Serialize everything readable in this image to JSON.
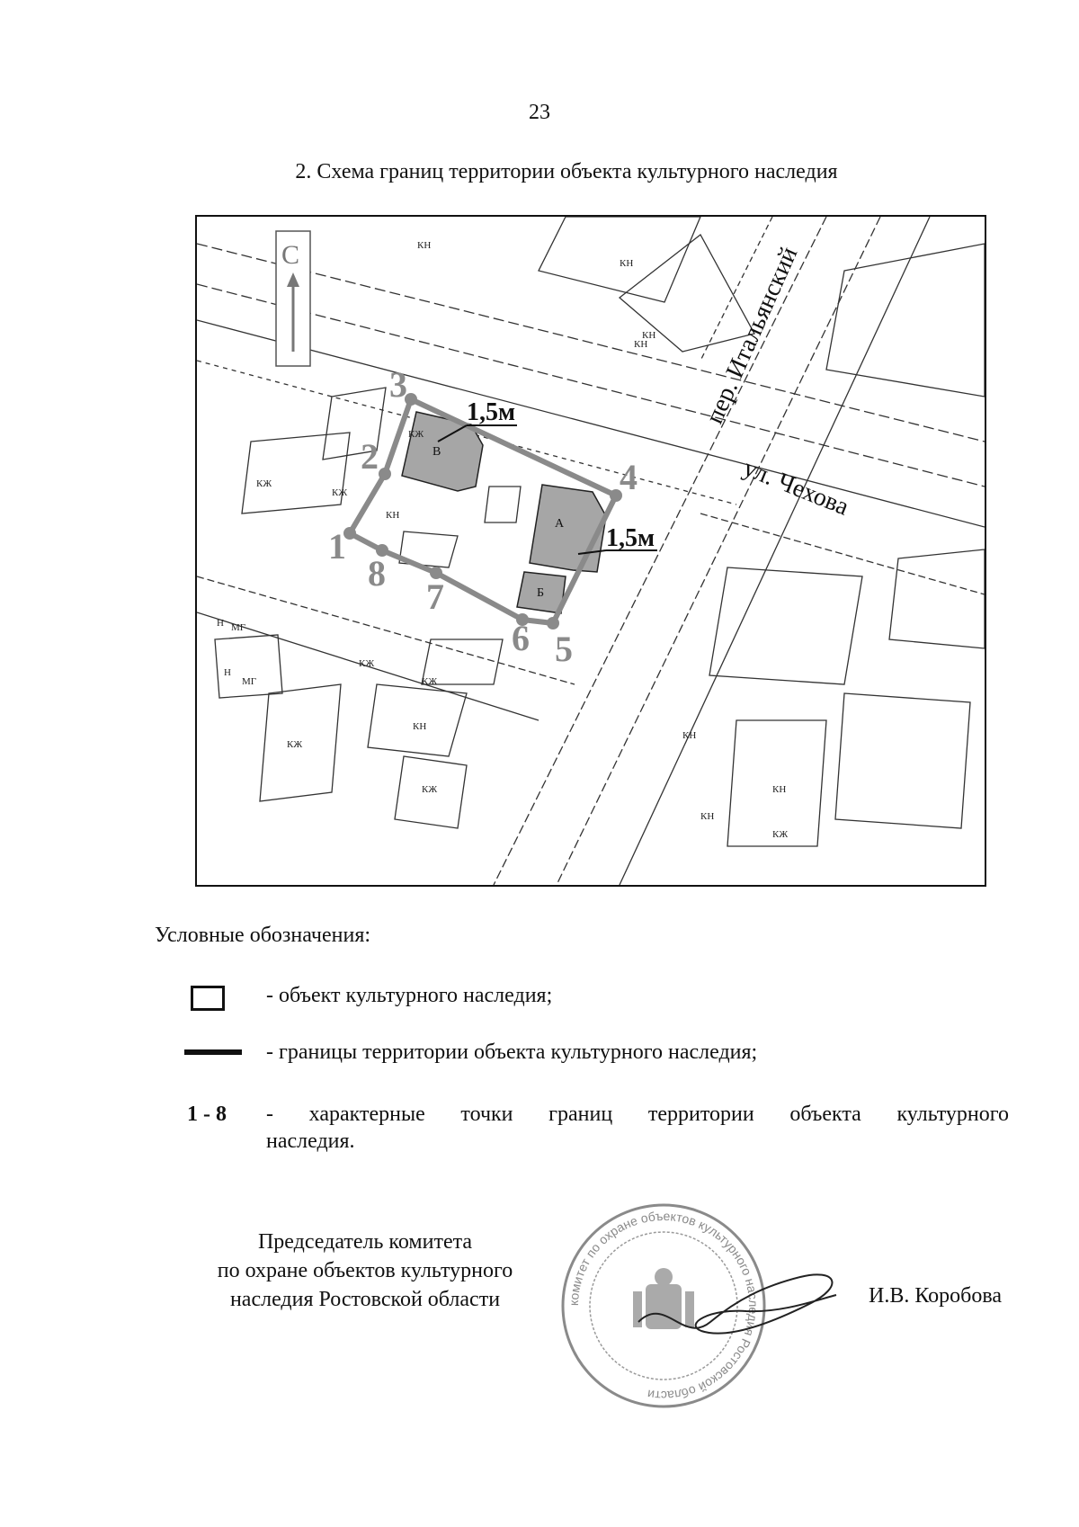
{
  "page_number": "23",
  "map_title": "2. Схема границ территории объекта культурного наследия",
  "map": {
    "north_label": "С",
    "street_1": "пер. Итальянский",
    "street_2": "ул. Чехова",
    "setback_label_1": "1,5м",
    "setback_label_2": "1,5м",
    "building_labels": [
      "А",
      "Б",
      "В"
    ],
    "point_labels": [
      "1",
      "2",
      "3",
      "4",
      "5",
      "6",
      "7",
      "8"
    ],
    "small_labels": [
      "КН",
      "КЖ",
      "КН",
      "КН",
      "КЖ",
      "КЖ",
      "Н",
      "МГ",
      "КН",
      "КЖ",
      "КН",
      "КН",
      "КЖ",
      "КЖ",
      "КН",
      "КЖ",
      "Н",
      "МГ",
      "КЖ",
      "КН",
      "КН"
    ]
  },
  "legend": {
    "heading": "Условные обозначения:",
    "item_1": "- объект культурного наследия;",
    "item_2": "- границы территории объекта культурного наследия;",
    "item_3_symbol": "1 - 8",
    "item_3_line_1": "- характерные точки границ территории объекта культурного",
    "item_3_line_2": "наследия."
  },
  "signature_block": {
    "title_line_1": "Председатель комитета",
    "title_line_2": "по охране объектов культурного",
    "title_line_3": "наследия Ростовской области",
    "name": "И.В. Коробова",
    "seal_text": "комитет по охране объектов культурного наследия Ростовской области"
  },
  "colors": {
    "boundary": "#8a8a8a",
    "building_fill": "#a6a6a6",
    "ink": "#111111"
  }
}
